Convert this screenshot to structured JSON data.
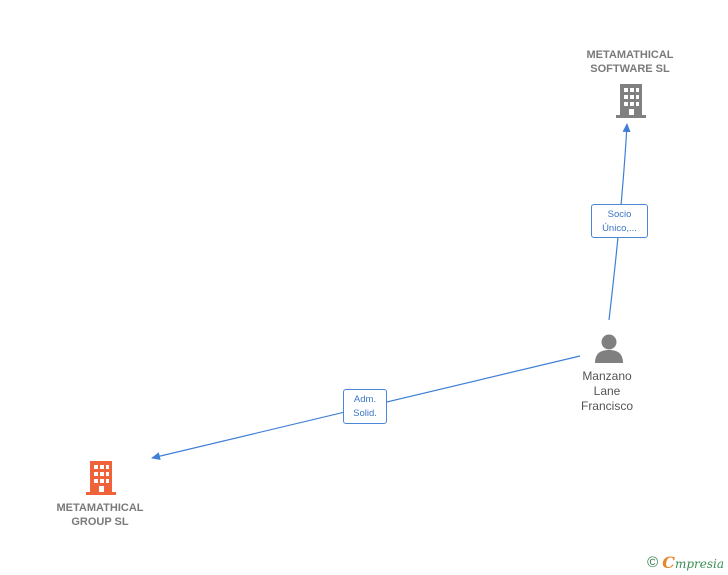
{
  "nodes": {
    "software": {
      "name": "METAMATHICAL\nSOFTWARE SL",
      "color": "#808080",
      "type": "company"
    },
    "group": {
      "name": "METAMATHICAL\nGROUP  SL",
      "color": "#f0623a",
      "type": "company"
    },
    "person": {
      "name": "Manzano\nLane\nFrancisco",
      "color": "#808080",
      "type": "person"
    }
  },
  "edges": {
    "socio": {
      "label_line1": "Socio",
      "label_line2": "Único,...",
      "from": "person",
      "to": "software"
    },
    "adm": {
      "label_line1": "Adm.",
      "label_line2": "Solid.",
      "from": "person",
      "to": "group"
    }
  },
  "colors": {
    "edge": "#3f7fd6"
  },
  "footer": {
    "copyright_symbol": "©",
    "brand_initial": "C",
    "brand_rest": "mpresia"
  }
}
